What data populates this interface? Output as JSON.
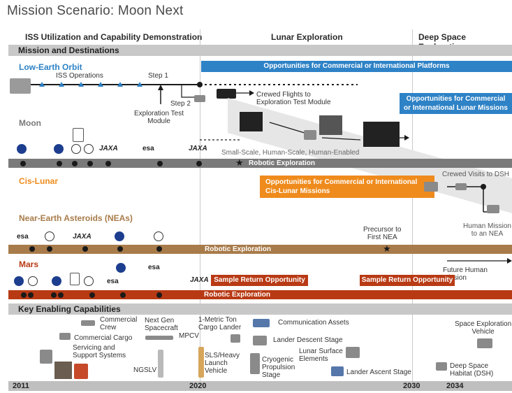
{
  "title": "Mission Scenario: Moon Next",
  "phases": {
    "iss": "ISS Utilization and Capability Demonstration",
    "lunar": "Lunar Exploration",
    "deep": "Deep Space Exploration"
  },
  "sections": {
    "missions": "Mission and Destinations",
    "capabilities": "Key Enabling Capabilities"
  },
  "leo": {
    "label": "Low-Earth Orbit",
    "iss_ops": "ISS Operations",
    "step1": "Step 1",
    "step2": "Step 2",
    "etm": "Exploration Test\nModule",
    "commercial": "Opportunities for Commercial or International Platforms",
    "crewed": "Crewed Flights to\nExploration Test Module"
  },
  "moon": {
    "label": "Moon",
    "lunar_opps": "Opportunities for Commercial\nor International Lunar Missions",
    "scale": "Small-Scale, Human-Scale, Human-Enabled",
    "robotic": "Robotic Exploration"
  },
  "cislunar": {
    "label": "Cis-Lunar",
    "opps": "Opportunities for Commercial or International\nCis-Lunar Missions",
    "crewed_dsh": "Crewed Visits to DSH"
  },
  "nea": {
    "label": "Near-Earth Asteroids (NEAs)",
    "precursor": "Precursor to\nFirst NEA",
    "robotic": "Robotic Exploration",
    "human_mission": "Human Mission\nto an NEA"
  },
  "mars": {
    "label": "Mars",
    "sample1": "Sample Return Opportunity",
    "sample2": "Sample Return Opportunity",
    "robotic": "Robotic Exploration",
    "future": "Future Human Mission"
  },
  "agencies": {
    "esa": "esa",
    "jaxa": "JAXA"
  },
  "capabilities": {
    "commercial_crew": "Commercial\nCrew",
    "commercial_cargo": "Commercial Cargo",
    "servicing": "Servicing and\nSupport Systems",
    "next_gen": "Next Gen\nSpacecraft",
    "mpcv": "MPCV",
    "ngslv": "NGSLV",
    "cargo_lander": "1-Metric Ton\nCargo Lander",
    "sls": "SLS/Heavy\nLaunch\nVehicle",
    "comm": "Communication Assets",
    "descent": "Lander Descent Stage",
    "cryo": "Cryogenic\nPropulsion\nStage",
    "surface": "Lunar Surface\nElements",
    "ascent": "Lander Ascent Stage",
    "sev": "Space Exploration\nVehicle",
    "dsh": "Deep Space\nHabitat (DSH)"
  },
  "timeline": [
    "2011",
    "2020",
    "2030",
    "2034"
  ],
  "colors": {
    "leo": "#2e82c6",
    "moon": "#7a7a7a",
    "cislunar": "#ef8b1d",
    "nea": "#a87b4a",
    "mars": "#b83a14"
  }
}
